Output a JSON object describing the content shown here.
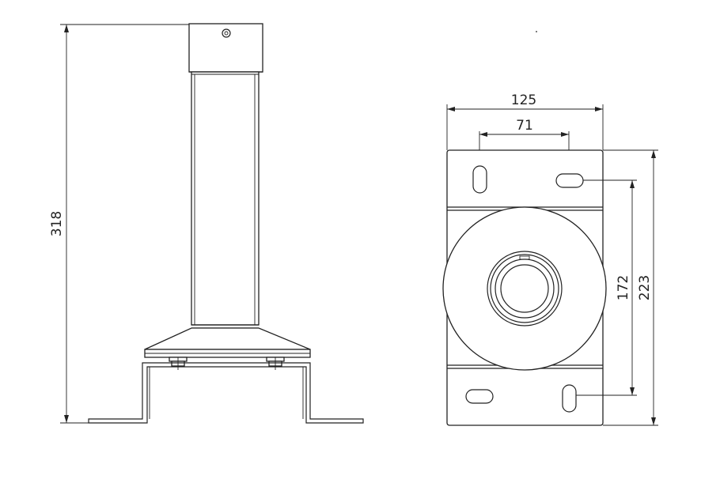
{
  "drawing": {
    "side_view": {
      "height_label": "318"
    },
    "front_view": {
      "width_label": "125",
      "slot_spacing_label": "71",
      "slot_vertical_label": "172",
      "plate_height_label": "223"
    }
  },
  "colors": {
    "line": "#222222",
    "background": "#ffffff"
  }
}
